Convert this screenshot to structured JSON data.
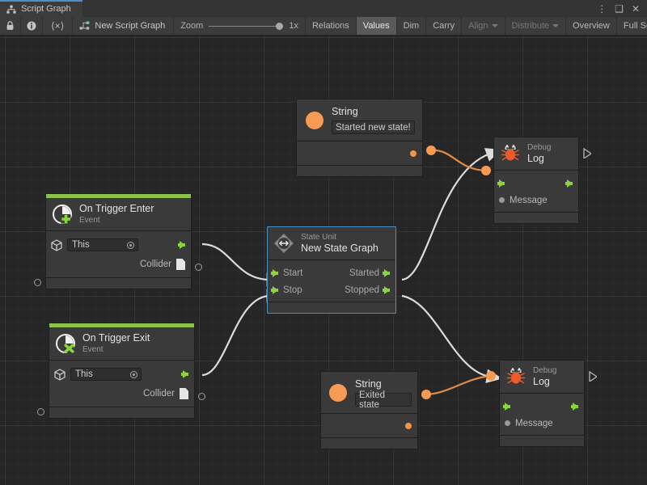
{
  "window": {
    "tab_label": "Script Graph",
    "tab_icon": "script-graph-icon",
    "controls": {
      "menu": "⋮",
      "maximize": "❑",
      "close": "✕"
    }
  },
  "toolbar": {
    "lock_icon": "lock-icon",
    "info_icon": "info-icon",
    "code_icon": "code-icon",
    "code_label": "⟨×⟩",
    "graph_name": "New Script Graph",
    "graph_icon": "graph-node-icon",
    "zoom_label": "Zoom",
    "zoom_value": "1x",
    "buttons": [
      {
        "label": "Relations",
        "state": "normal"
      },
      {
        "label": "Values",
        "state": "active"
      },
      {
        "label": "Dim",
        "state": "normal"
      },
      {
        "label": "Carry",
        "state": "normal"
      },
      {
        "label": "Align",
        "state": "dim",
        "caret": true
      },
      {
        "label": "Distribute",
        "state": "dim",
        "caret": true
      },
      {
        "label": "Overview",
        "state": "normal"
      },
      {
        "label": "Full Scr",
        "state": "normal"
      }
    ]
  },
  "graph": {
    "nodes": {
      "string_top": {
        "title": "String",
        "value": "Started new state!",
        "icon": "string-orange-dot-icon"
      },
      "string_bottom": {
        "title": "String",
        "value": "Exited state",
        "icon": "string-orange-dot-icon"
      },
      "debug_log_top": {
        "subtitle": "Debug",
        "title": "Log",
        "icon": "bug-icon",
        "input_label": "Message"
      },
      "debug_log_bottom": {
        "subtitle": "Debug",
        "title": "Log",
        "icon": "bug-icon",
        "input_label": "Message"
      },
      "on_trigger_enter": {
        "title": "On Trigger Enter",
        "subtitle": "Event",
        "icon": "event-plus-icon",
        "target_value": "This",
        "target_icon": "gameobject-cube-icon",
        "output_label": "Collider",
        "output_icon": "document-icon",
        "accent_color": "#8bc34a"
      },
      "on_trigger_exit": {
        "title": "On Trigger Exit",
        "subtitle": "Event",
        "icon": "event-cross-icon",
        "target_value": "This",
        "target_icon": "gameobject-cube-icon",
        "output_label": "Collider",
        "output_icon": "document-icon",
        "accent_color": "#8bc34a"
      },
      "state_unit": {
        "subtitle": "State Unit",
        "title": "New  State  Graph",
        "icon": "state-unit-diamond-icon",
        "selected": true,
        "inputs": [
          "Start",
          "Stop"
        ],
        "outputs": [
          "Started",
          "Stopped"
        ]
      }
    },
    "colors": {
      "flow_edge": "#dcdcdc",
      "value_edge": "#e08a45",
      "value_port": "#f79b54",
      "flow_port": "#8bd43c",
      "selection": "#4a8fc4",
      "event_accent": "#8bc34a",
      "canvas_bg": "#262626",
      "node_bg": "#3a3a3a"
    }
  }
}
